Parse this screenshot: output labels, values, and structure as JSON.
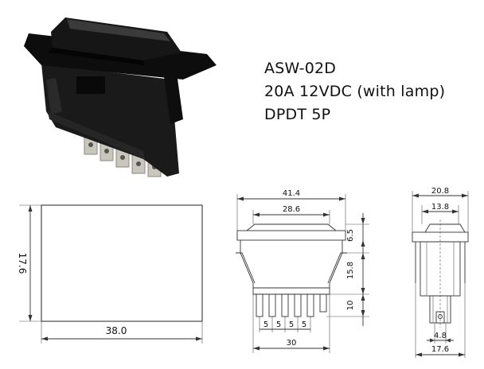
{
  "specs": {
    "model": "ASW-02D",
    "rating": "20A 12VDC (with lamp)",
    "configuration": "DPDT 5P"
  },
  "panel_cutout": {
    "width_label": "38.0",
    "height_label": "17.6"
  },
  "side_view": {
    "overall_width_label": "41.4",
    "rocker_width_label": "28.6",
    "rocker_height_label": "6.5",
    "body_height_label": "15.8",
    "terminal_height_label": "10",
    "pitch_labels": [
      "5",
      "5",
      "5",
      "5"
    ],
    "base_width_label": "30"
  },
  "end_view": {
    "overall_width_label": "20.8",
    "rocker_width_label": "13.8",
    "terminal_width_label": "4.8",
    "base_width_label": "17.6"
  },
  "colors": {
    "body": "#141414",
    "terminal": "#c9c6bd",
    "line": "#333333"
  }
}
